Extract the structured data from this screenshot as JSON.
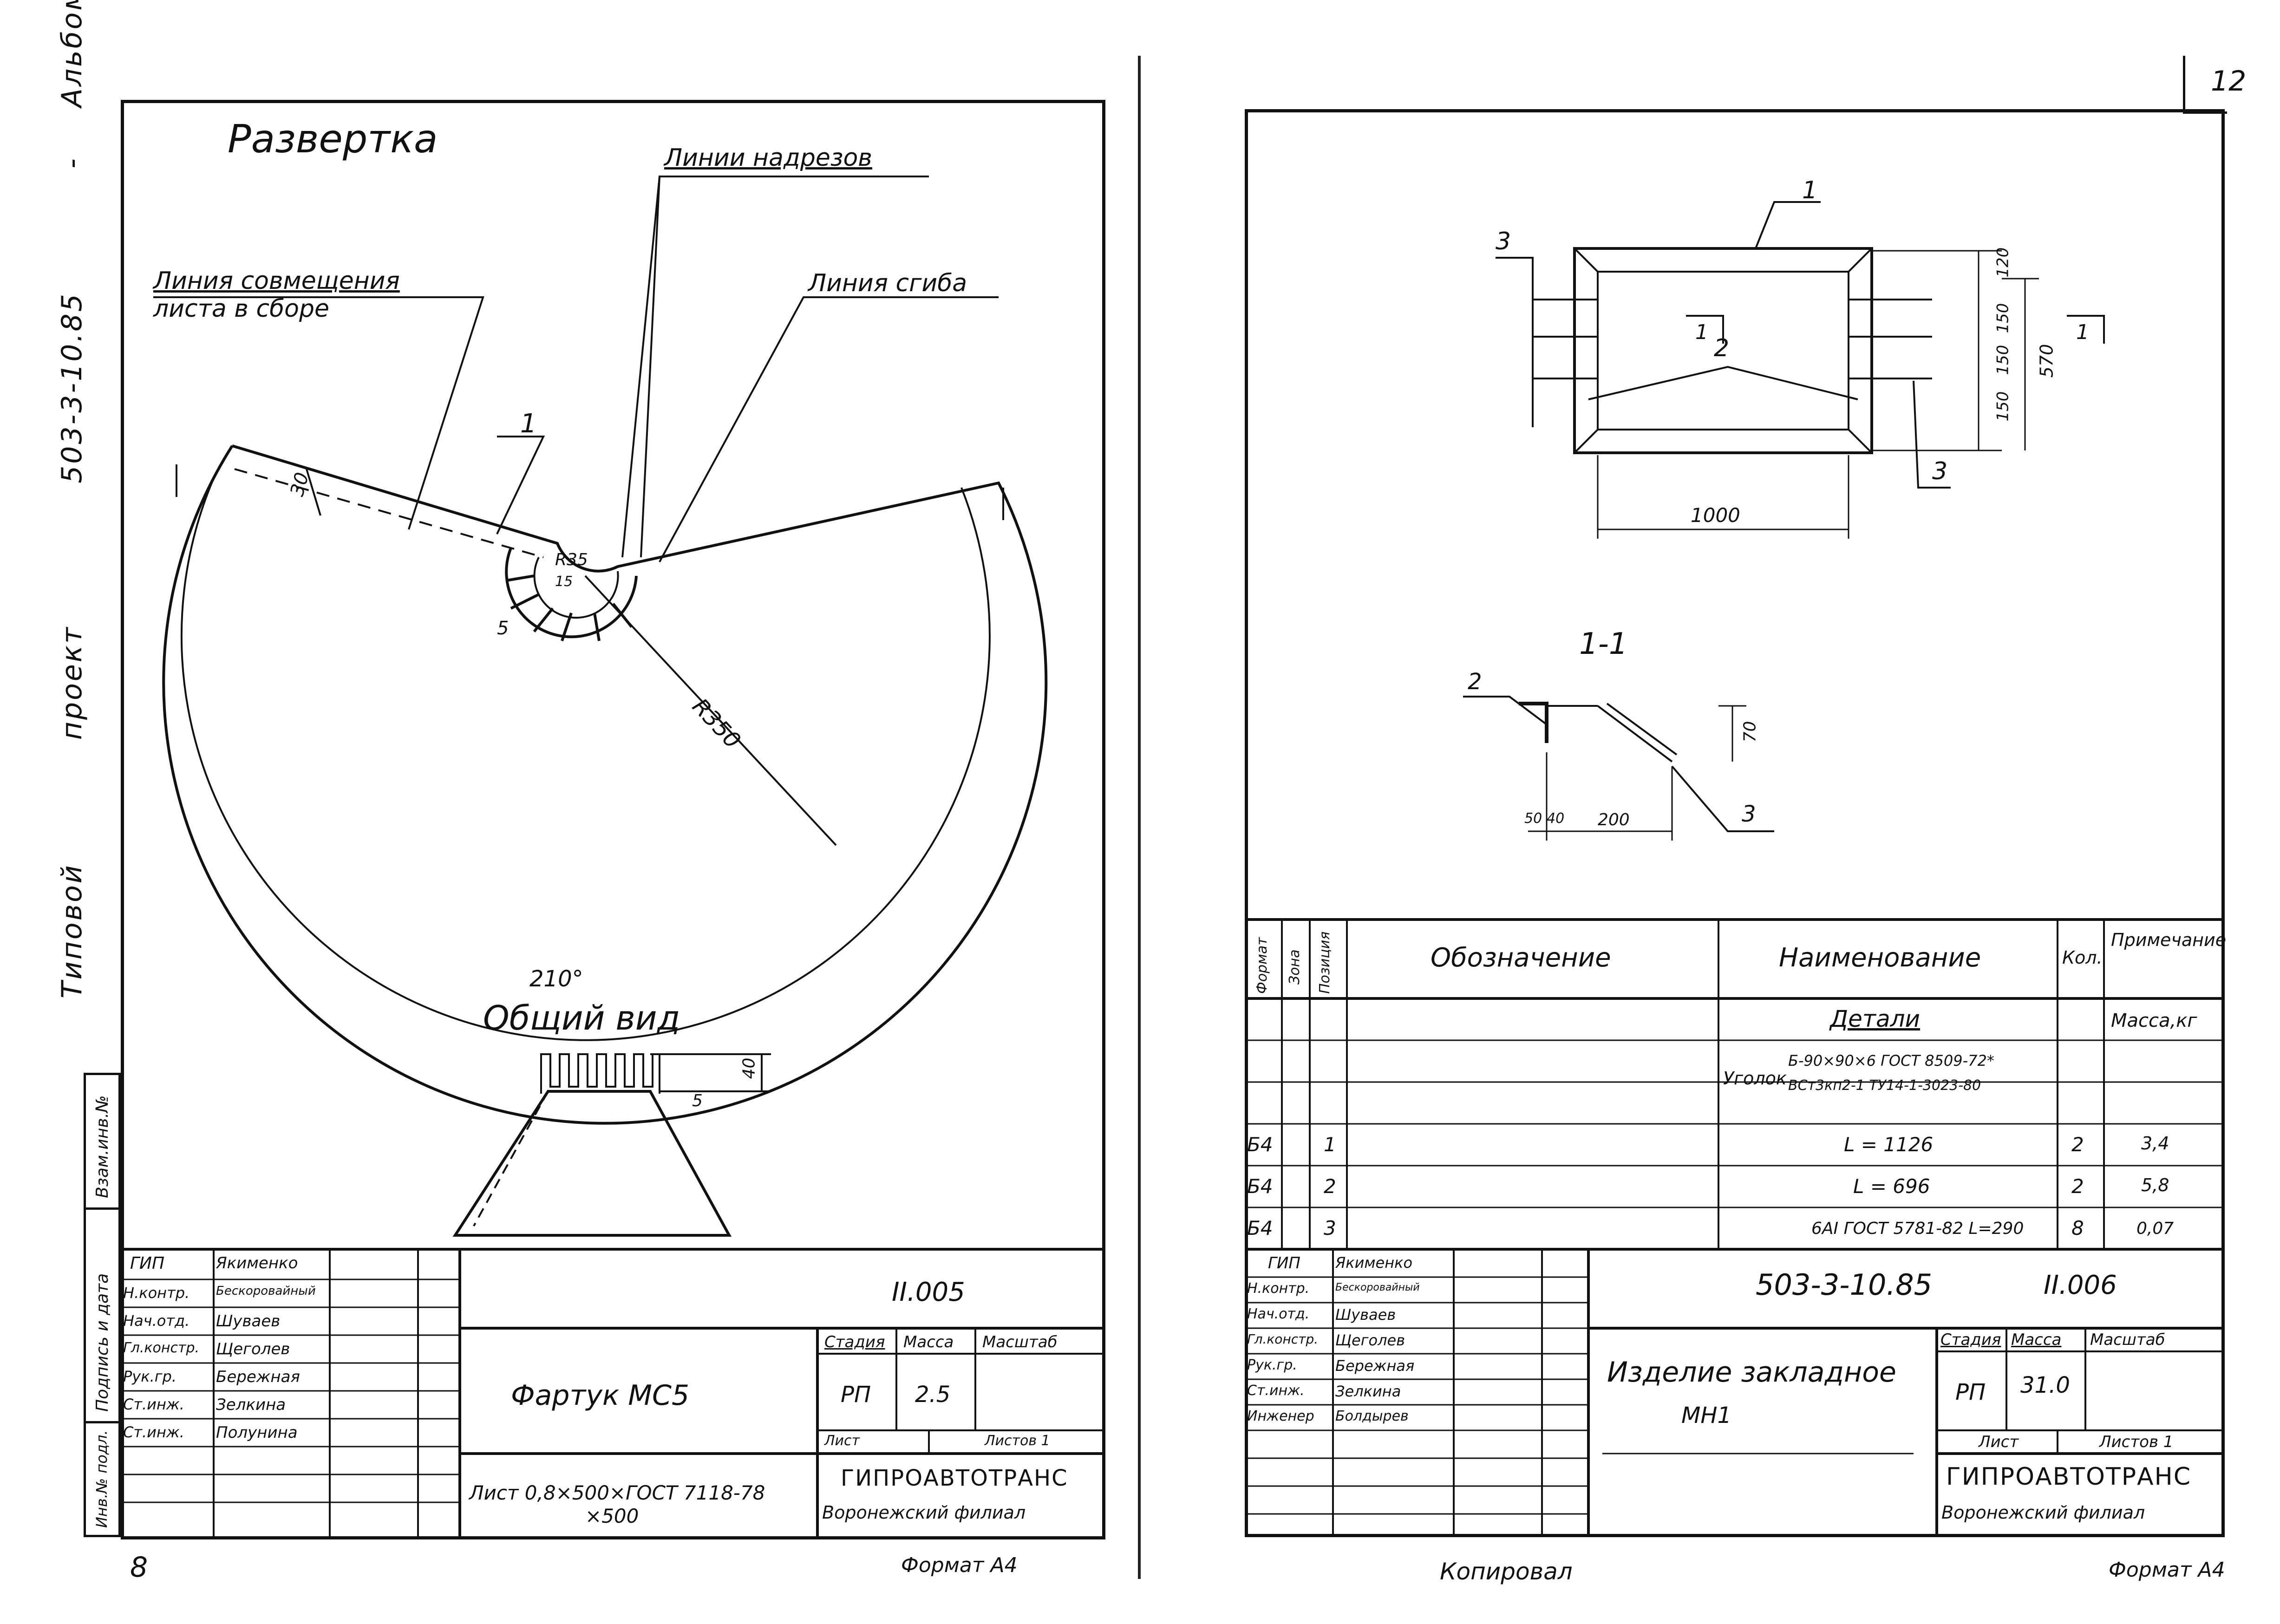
{
  "margin": {
    "vertical_title_parts": [
      "Типовой",
      "проект",
      "503-3-10.85",
      "-",
      "Альбом II"
    ],
    "stamp_labels": [
      "Взам.инв.№",
      "Подпись и дата",
      "Инв.№ подл."
    ],
    "page_left": "8",
    "page_right": "12"
  },
  "left_sheet": {
    "title": "Развертка",
    "labels": {
      "cut_lines": "Линии надрезов",
      "overlap_line_1": "Линия совмещения",
      "overlap_line_2": "листа в сборе",
      "bend_line": "Линия сгиба",
      "pos_1": "1",
      "dim_30": "30",
      "dim_r35": "R35",
      "dim_15": "15",
      "dim_5": "5",
      "dim_r350": "R350",
      "angle_210": "210°",
      "general_view": "Общий вид",
      "dim_40": "40",
      "dim_5b": "5"
    },
    "title_block": {
      "roles": [
        "ГИП",
        "Н.контр.",
        "Нач.отд.",
        "Гл.констр.",
        "Рук.гр.",
        "Ст.инж.",
        "Ст.инж."
      ],
      "names": [
        "Якименко",
        "Бескоровайный",
        "Шуваев",
        "Щеголев",
        "Бережная",
        "Зелкина",
        "Полунина"
      ],
      "doc_code": "II.005",
      "item_name": "Фартук МС5",
      "stage_header": "Стадия",
      "mass_header": "Масса",
      "scale_header": "Масштаб",
      "stage": "РП",
      "mass": "2.5",
      "sheet_label": "Лист",
      "sheets_label": "Листов 1",
      "material_line1": "Лист 0,8×500×ГОСТ 7118-78",
      "material_line2": "×500",
      "org": "ГИПРОАВТОТРАНС",
      "branch": "Воронежский филиал"
    },
    "format": "Формат А4"
  },
  "right_sheet": {
    "labels": {
      "pos_1": "1",
      "pos_2": "2",
      "pos_3a": "3",
      "pos_3b": "3",
      "dim_120": "120",
      "dim_150a": "150",
      "dim_150b": "150",
      "dim_150c": "150",
      "dim_570": "570",
      "dim_1000": "1000",
      "section_mark": "1",
      "section_title": "1-1",
      "sec_pos_2": "2",
      "sec_pos_3": "3",
      "dim_70": "70",
      "dim_50": "50",
      "dim_40": "40",
      "dim_200": "200"
    },
    "spec": {
      "headers": [
        "Формат",
        "Зона",
        "Позиция",
        "Обозначение",
        "Наименование",
        "Кол.",
        "Примечание"
      ],
      "section": "Детали",
      "mass_note": "Масса,кг",
      "angle_prefix": "Уголок",
      "angle_line1": "Б-90×90×6 ГОСТ 8509-72*",
      "angle_line2": "ВСт3кп2-1 ТУ14-1-3023-80",
      "rows": [
        {
          "format": "Б4",
          "pos": "1",
          "name": "L = 1126",
          "qty": "2",
          "note": "3,4"
        },
        {
          "format": "Б4",
          "pos": "2",
          "name": "L = 696",
          "qty": "2",
          "note": "5,8"
        },
        {
          "format": "Б4",
          "pos": "3",
          "name": "6АI ГОСТ 5781-82 L=290",
          "qty": "8",
          "note": "0,07"
        }
      ]
    },
    "title_block": {
      "roles": [
        "ГИП",
        "Н.контр.",
        "Нач.отд.",
        "Гл.констр.",
        "Рук.гр.",
        "Ст.инж.",
        "Инженер"
      ],
      "names": [
        "Якименко",
        "Бескоровайный",
        "Шуваев",
        "Щеголев",
        "Бережная",
        "Зелкина",
        "Болдырев"
      ],
      "project_code": "503-3-10.85",
      "doc_code": "II.006",
      "item_name": "Изделие закладное",
      "item_mark": "МН1",
      "stage_header": "Стадия",
      "mass_header": "Масса",
      "scale_header": "Масштаб",
      "stage": "РП",
      "mass": "31.0",
      "sheet_label": "Лист",
      "sheets_label": "Листов 1",
      "org": "ГИПРОАВТОТРАНС",
      "branch": "Воронежский филиал"
    },
    "copied_by": "Копировал",
    "format": "Формат А4"
  }
}
